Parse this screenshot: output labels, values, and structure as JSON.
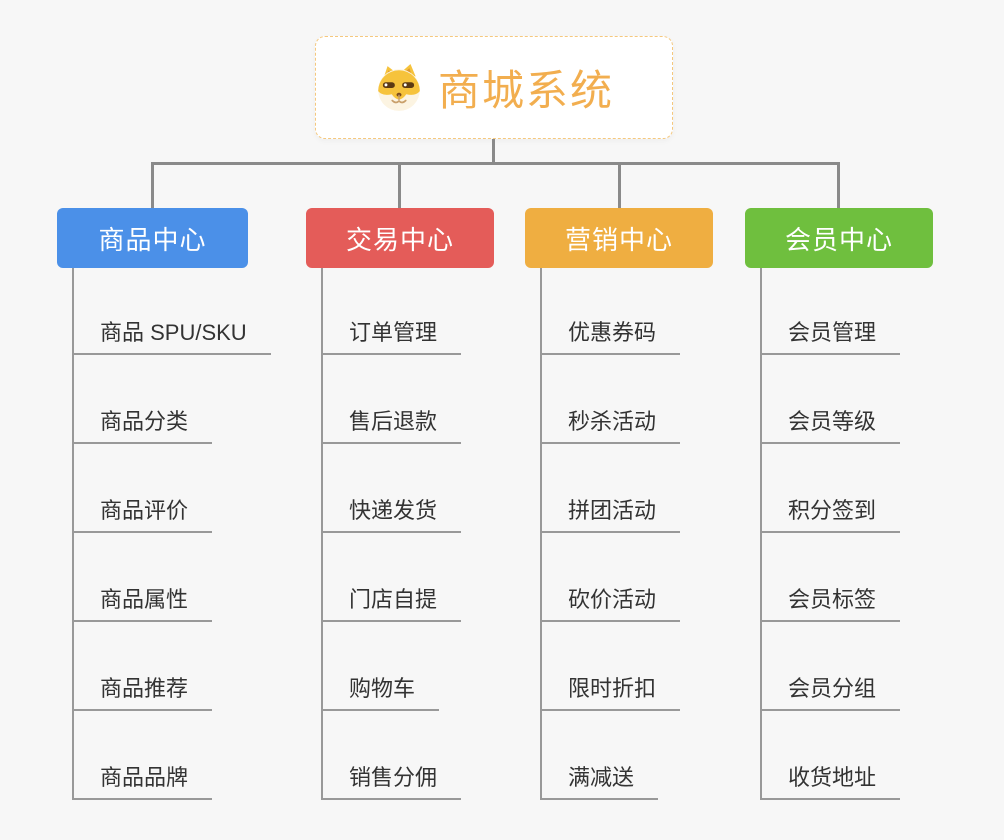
{
  "root": {
    "title": "商城系统",
    "icon": "shiba-dog-icon"
  },
  "branches": [
    {
      "label": "商品中心",
      "color": "#4B90E8",
      "items": [
        "商品 SPU/SKU",
        "商品分类",
        "商品评价",
        "商品属性",
        "商品推荐",
        "商品品牌"
      ]
    },
    {
      "label": "交易中心",
      "color": "#E45C59",
      "items": [
        "订单管理",
        "售后退款",
        "快递发货",
        "门店自提",
        "购物车",
        "销售分佣"
      ]
    },
    {
      "label": "营销中心",
      "color": "#EFAE41",
      "items": [
        "优惠券码",
        "秒杀活动",
        "拼团活动",
        "砍价活动",
        "限时折扣",
        "满减送"
      ]
    },
    {
      "label": "会员中心",
      "color": "#6FBF3E",
      "items": [
        "会员管理",
        "会员等级",
        "积分签到",
        "会员标签",
        "会员分组",
        "收货地址"
      ]
    }
  ],
  "colors": {
    "background": "#F7F7F7",
    "connector": "#8A8A8A",
    "leaf_line": "#999999",
    "leaf_text": "#333333",
    "root_text": "#F2AE4F",
    "root_border": "#F5C87E",
    "node_text": "#FFFFFF"
  }
}
